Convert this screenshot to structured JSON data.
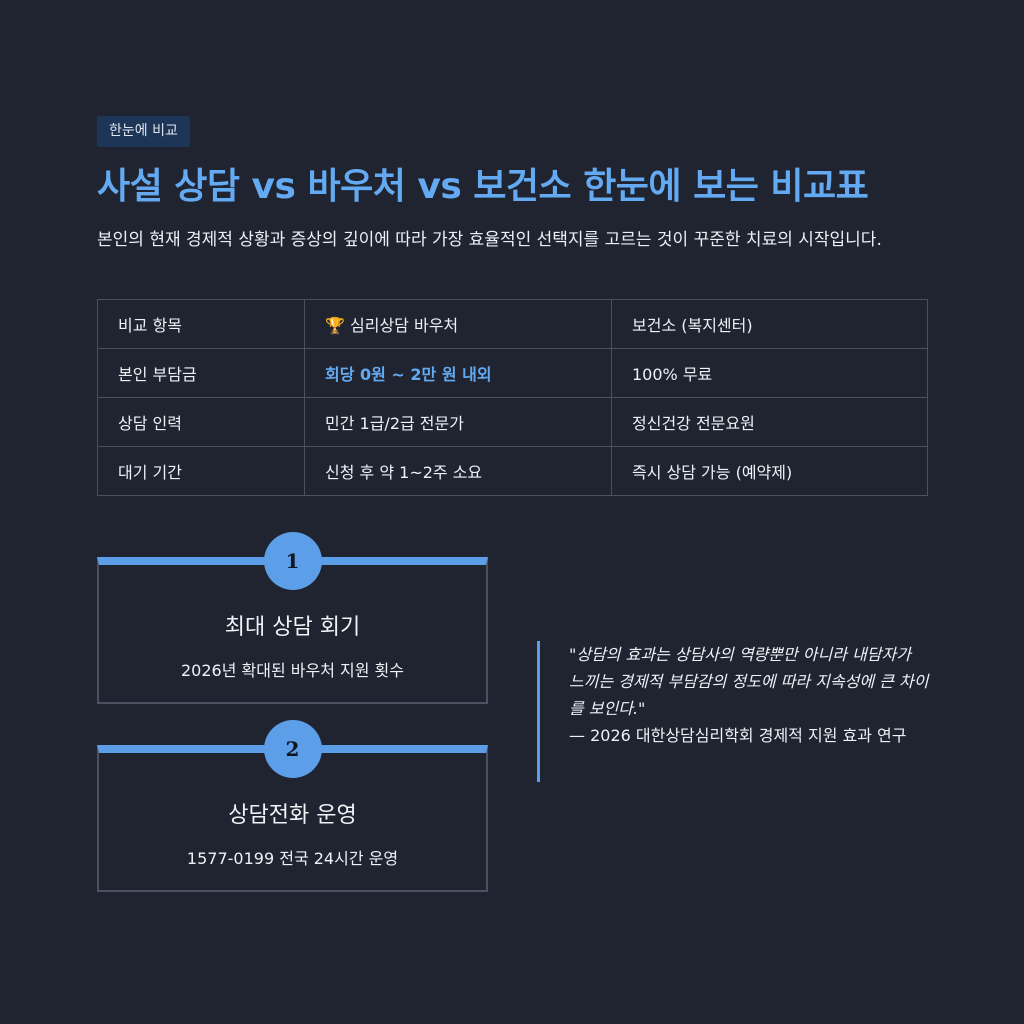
{
  "badge": "한눈에 비교",
  "title": "사설 상담 vs 바우처 vs 보건소 한눈에 보는 비교표",
  "intro": "본인의 현재 경제적 상황과 증상의 깊이에 따라 가장 효율적인 선택지를 고르는 것이 꾸준한 치료의 시작입니다.",
  "table": {
    "header": [
      "비교 항목",
      "🏆 심리상담 바우처",
      "보건소 (복지센터)"
    ],
    "rows": [
      [
        "본인 부담금",
        "회당 0원 ~ 2만 원 내외",
        "100% 무료"
      ],
      [
        "상담 인력",
        "민간 1급/2급 전문가",
        "정신건강 전문요원"
      ],
      [
        "대기 기간",
        "신청 후 약 1~2주 소요",
        "즉시 상담 가능 (예약제)"
      ]
    ]
  },
  "cards": [
    {
      "number": "1",
      "title": "최대 상담 회기",
      "desc": "2026년 확대된 바우처 지원 횟수"
    },
    {
      "number": "2",
      "title": "상담전화 운영",
      "desc": "1577-0199 전국 24시간 운영"
    }
  ],
  "quote": {
    "text": "\"상담의 효과는 상담사의 역량뿐만 아니라 내담자가 느끼는 경제적 부담감의 정도에 따라 지속성에 큰 차이를 보인다.\"",
    "source": "— 2026 대한상담심리학회 경제적 지원 효과 연구"
  },
  "colors": {
    "accent": "#64aaf2",
    "background": "#1f2430",
    "badge_bg": "#1d3557"
  }
}
